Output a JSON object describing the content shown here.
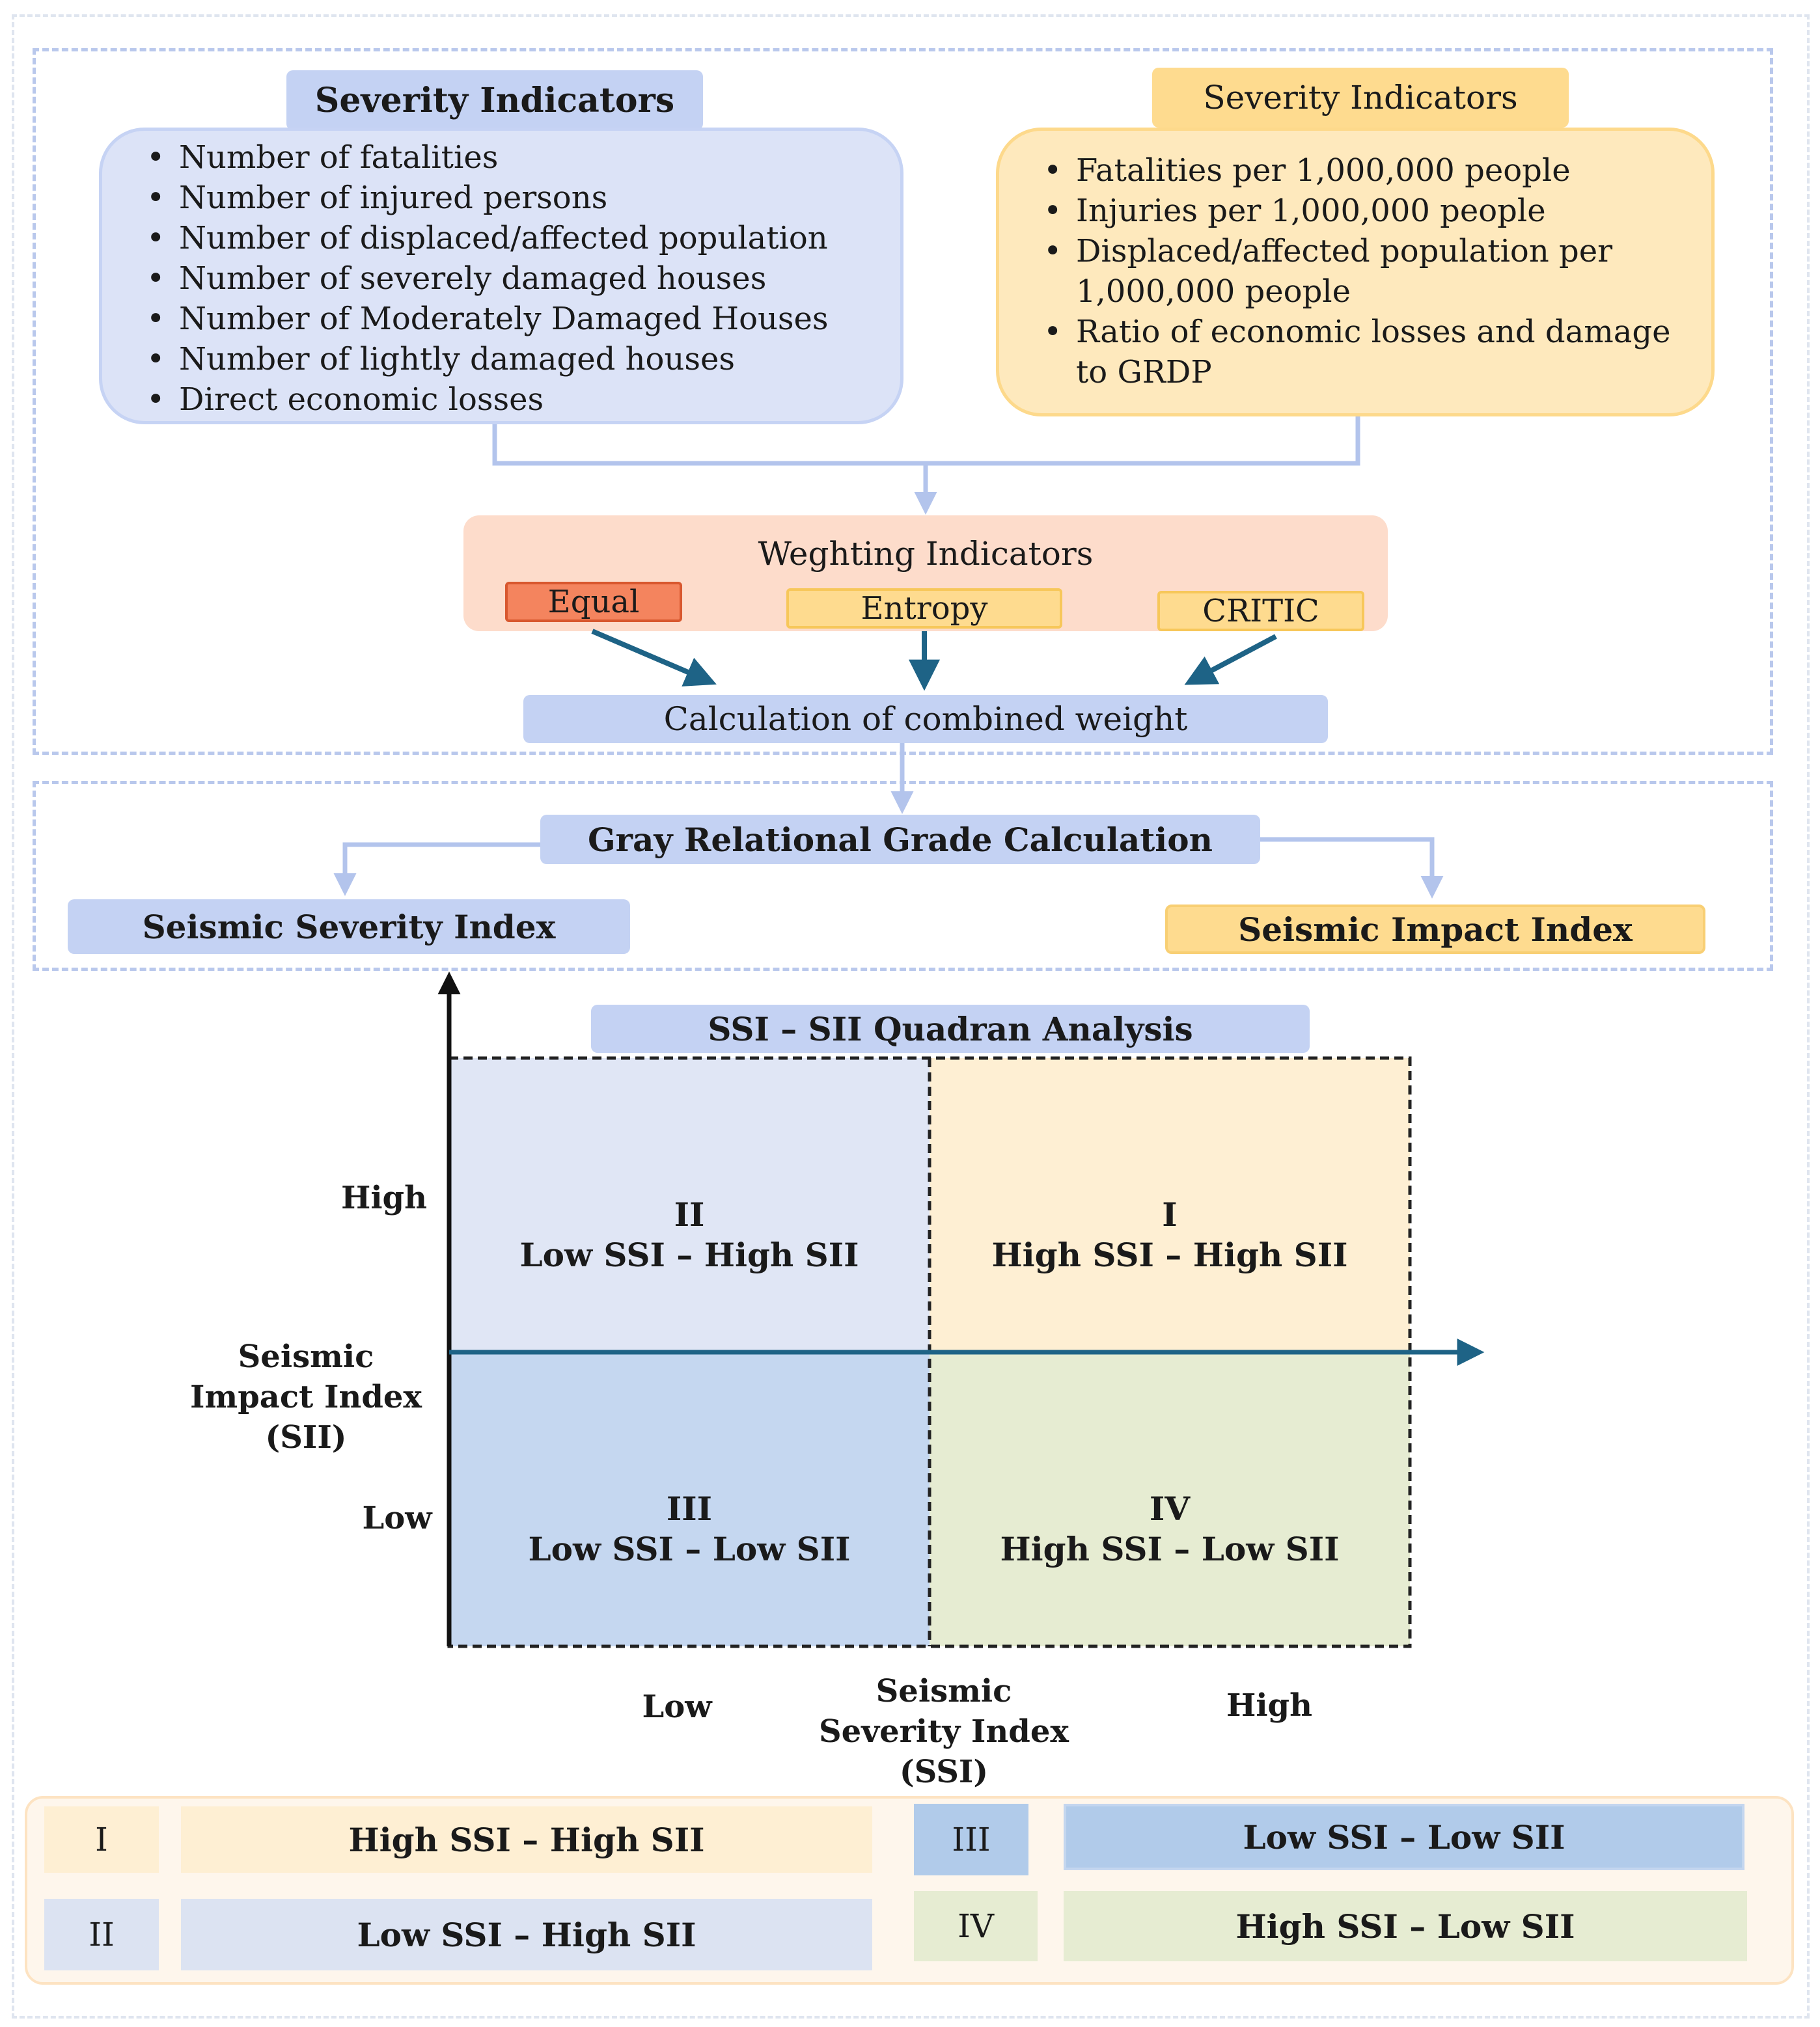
{
  "severity_panel": {
    "title": "Severity Indicators",
    "items": [
      "Number of fatalities",
      "Number of injured persons",
      "Number of displaced/affected population",
      "Number of severely damaged houses",
      "Number of Moderately Damaged Houses",
      "Number of lightly damaged houses",
      "Direct economic losses"
    ]
  },
  "impact_panel": {
    "title": "Severity Indicators",
    "items": [
      "Fatalities per 1,000,000 people",
      "Injuries per 1,000,000 people",
      "Displaced/affected population per 1,000,000 people",
      "Ratio of economic losses and damage to GRDP"
    ]
  },
  "weighting": {
    "title": "Weghting Indicators",
    "methods": [
      "Equal",
      "Entropy",
      "CRITIC"
    ]
  },
  "combined_weight": "Calculation of combined weight",
  "gray_relational": "Gray Relational Grade Calculation",
  "ssi_index": "Seismic Severity Index",
  "sii_index": "Seismic Impact Index",
  "quadrant_analysis": {
    "title": "SSI – SII Quadran Analysis",
    "y_axis": {
      "label": "Seismic Impact Index (SII)",
      "high": "High",
      "low": "Low"
    },
    "x_axis": {
      "label": "Seismic Severity Index (SSI)",
      "low": "Low",
      "high": "High"
    },
    "quadrants": [
      {
        "id": "II",
        "label": "Low SSI – High SII",
        "color": "#e0e6f5"
      },
      {
        "id": "I",
        "label": "High SSI – High SII",
        "color": "#feefd3"
      },
      {
        "id": "III",
        "label": "Low SSI – Low SII",
        "color": "#c5d7f0"
      },
      {
        "id": "IV",
        "label": "High SSI – Low SII",
        "color": "#e6ecd2"
      }
    ]
  },
  "legend": [
    {
      "id": "I",
      "label": "High SSI – High SII"
    },
    {
      "id": "III",
      "label": "Low SSI – Low SII"
    },
    {
      "id": "II",
      "label": "Low SSI – High SII"
    },
    {
      "id": "IV",
      "label": "High SSI – Low SII"
    }
  ],
  "colors": {
    "blue_header": "#c4d2f3",
    "blue_panel": "#dce3f7",
    "yellow_header": "#fedb8f",
    "yellow_panel": "#fee9bd",
    "orange_panel": "#fddccb",
    "equal_button": "#f4845e",
    "arrow": "#1e6386",
    "connector": "#b3c4ec"
  }
}
